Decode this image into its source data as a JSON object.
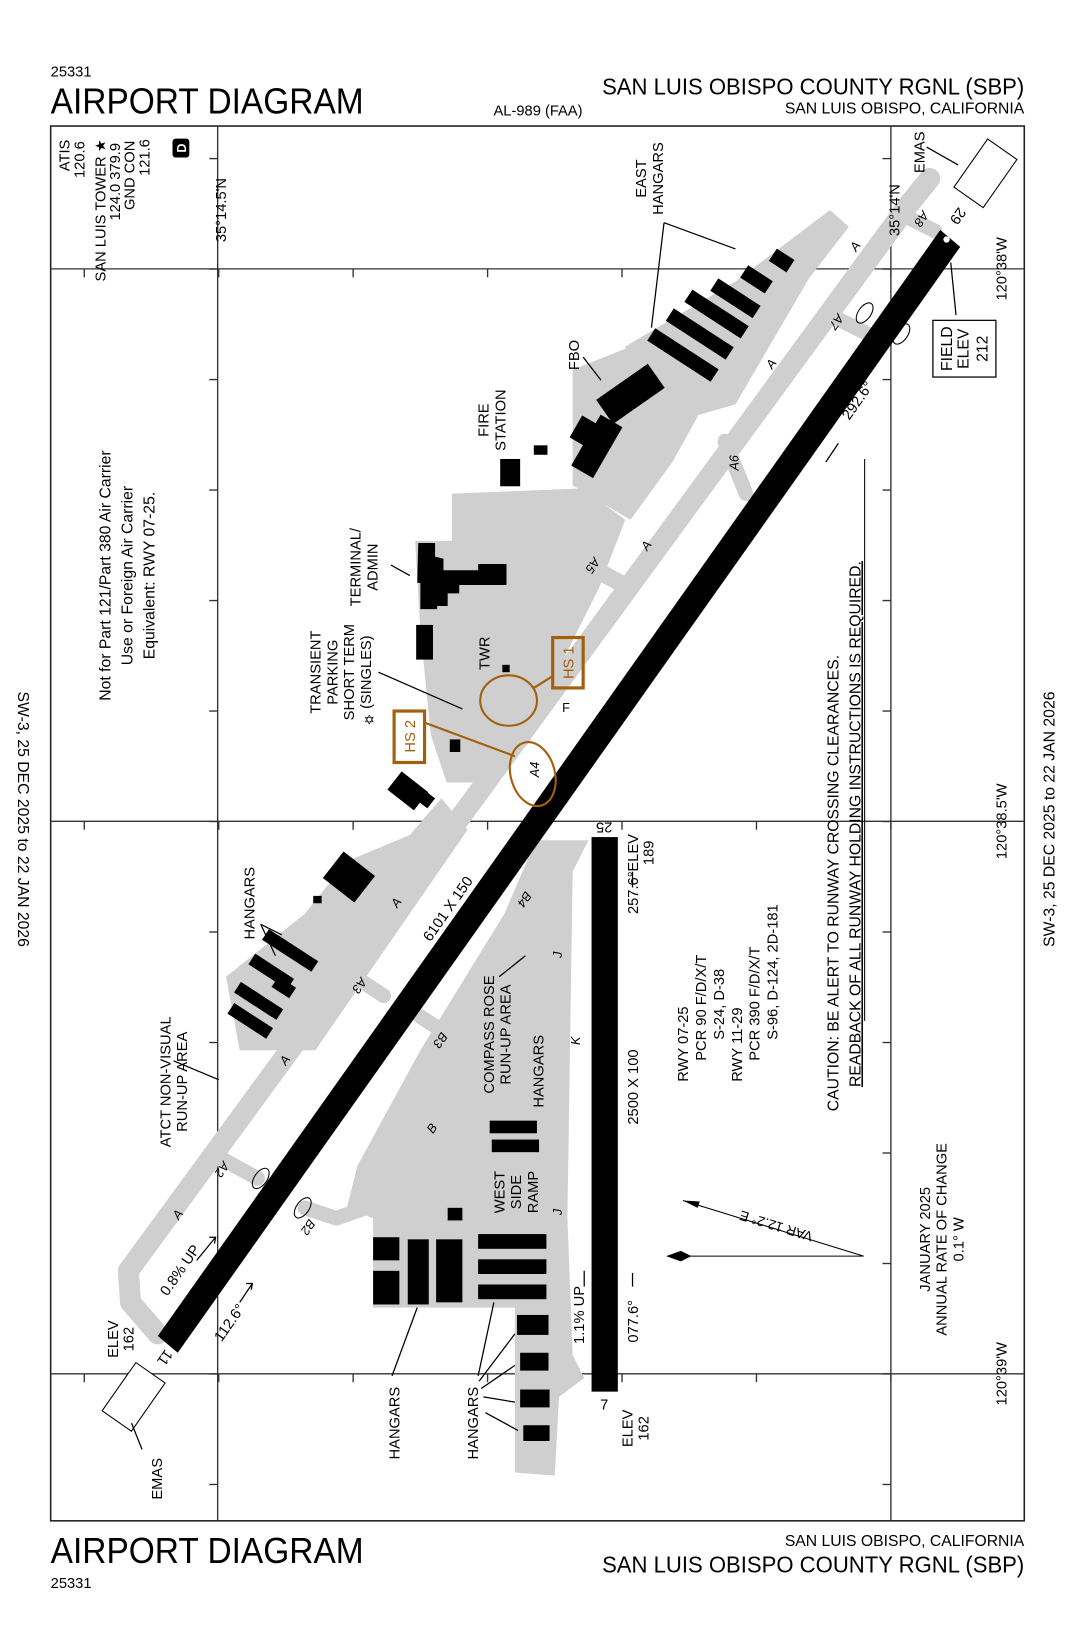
{
  "header": {
    "chart_number": "25331",
    "title": "AIRPORT DIAGRAM",
    "procedure_id": "AL-989 (FAA)",
    "airport_name": "SAN LUIS OBISPO COUNTY RGNL (SBP)",
    "location": "SAN LUIS OBISPO, CALIFORNIA"
  },
  "footer": {
    "chart_number": "25331",
    "title": "AIRPORT DIAGRAM",
    "airport_name": "SAN LUIS OBISPO COUNTY RGNL (SBP)",
    "location": "SAN LUIS OBISPO, CALIFORNIA"
  },
  "margins": {
    "left": "SW-3,  25 DEC 2025  to  22 JAN 2026",
    "right": "SW-3,  25 DEC 2025  to  22 JAN 2026"
  },
  "communications": {
    "atis_label": "ATIS",
    "atis_freq": "120.6",
    "tower_label": "SAN LUIS TOWER ★",
    "tower_freq": "124.0  379.9",
    "ground_label": "GND CON",
    "ground_freq": "121.6",
    "airspace_badge": "D"
  },
  "coordinates": {
    "lat_1": "35°14.5'N",
    "lat_2": "35°14'N",
    "lon_1": "120°38'W",
    "lon_2": "120°38.5'W",
    "lon_3": "120°39'W"
  },
  "notes": {
    "part121": [
      "Not for Part 121/Part 380 Air Carrier",
      "Use or Foreign Air Carrier",
      "Equivalent: RWY 07-25."
    ],
    "caution": [
      "CAUTION: BE ALERT TO RUNWAY CROSSING CLEARANCES.",
      "READBACK OF ALL RUNWAY HOLDING INSTRUCTIONS IS REQUIRED."
    ],
    "pcr": [
      "RWY 07-25",
      "PCR 90 F/D/X/T",
      "S-24, D-38",
      "RWY 11-29",
      "PCR 390 F/D/X/T",
      "S-96, D-124, 2D-181"
    ],
    "variation": "VAR 12.2° E",
    "rate_of_change": [
      "JANUARY 2025",
      "ANNUAL RATE OF CHANGE",
      "0.1° W"
    ],
    "field_elev": [
      "FIELD",
      "ELEV",
      "212"
    ]
  },
  "runways": {
    "rwy_11_29": {
      "end_11": "11",
      "end_29": "29",
      "dimensions": "6101 X 150",
      "heading_11": "112.6°",
      "heading_29": "292.6°",
      "gradient": "0.8% UP",
      "elev_11": [
        "ELEV",
        "162"
      ]
    },
    "rwy_7_25": {
      "end_7": "7",
      "end_25": "25",
      "dimensions": "2500 X 100",
      "heading_7": "077.6°",
      "heading_25": "257.6°",
      "gradient": "1.1% UP",
      "elev_7": [
        "ELEV",
        "162"
      ],
      "elev_25": [
        "ELEV",
        "189"
      ]
    }
  },
  "labels": {
    "east_hangars": [
      "EAST",
      "HANGARS"
    ],
    "emas": "EMAS",
    "fbo": "FBO",
    "fire_station": [
      "FIRE",
      "STATION"
    ],
    "terminal": [
      "TERMINAL/",
      "ADMIN"
    ],
    "transient": [
      "TRANSIENT",
      "PARKING",
      "SHORT TERM",
      "(SINGLES)"
    ],
    "twr": "TWR",
    "hs1": "HS 1",
    "hs2": "HS 2",
    "hangars": "HANGARS",
    "atct_runup": [
      "ATCT NON-VISUAL",
      "RUN-UP AREA"
    ],
    "compass_rose": [
      "COMPASS ROSE",
      "RUN-UP AREA"
    ],
    "west_side_ramp": [
      "WEST",
      "SIDE",
      "RAMP"
    ]
  },
  "taxiways": {
    "A": "A",
    "A2": "A2",
    "A3": "A3",
    "A4": "A4",
    "A5": "A5",
    "A6": "A6",
    "A7": "A7",
    "A8": "A8",
    "B": "B",
    "B2": "B2",
    "B3": "B3",
    "B4": "B4",
    "F": "F",
    "J": "J",
    "K": "K"
  },
  "colors": {
    "hot_spot": "#a35f0c",
    "pavement": "#cfcfcf"
  }
}
